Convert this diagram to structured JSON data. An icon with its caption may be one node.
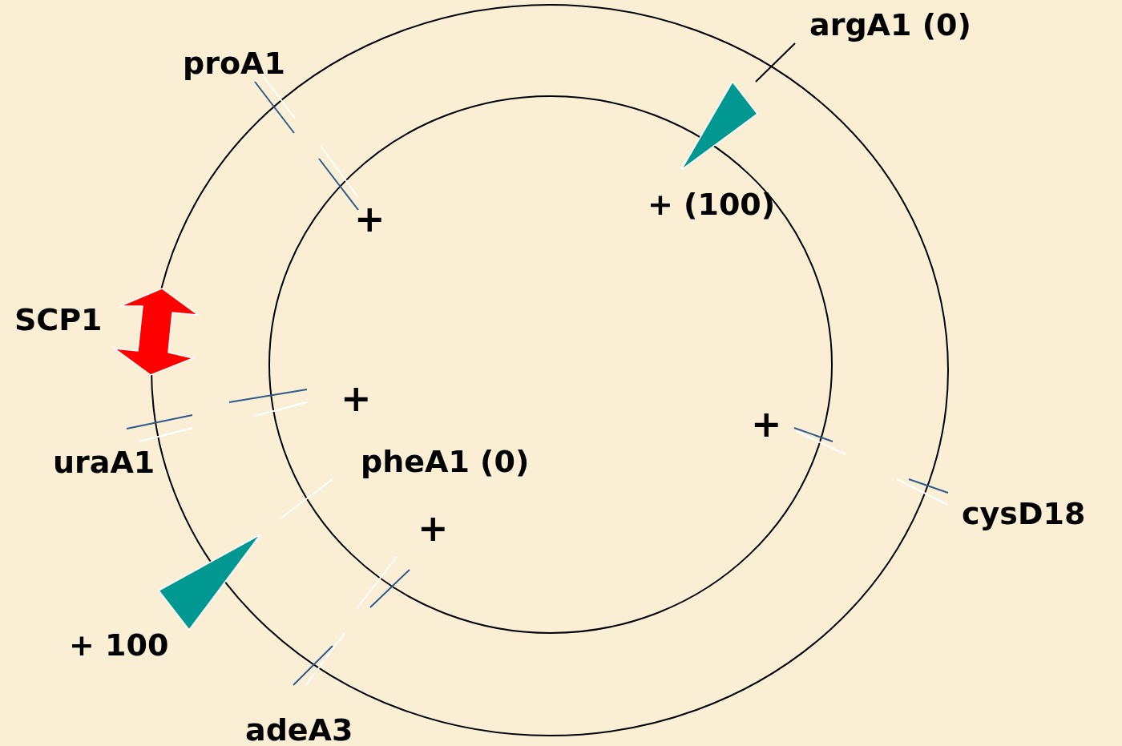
{
  "diagram": {
    "labels": [
      "argA1 (0)",
      "proA1",
      "+",
      "+ (100)",
      "SCP1",
      "+",
      "+",
      "uraA1",
      "pheA1 (0)",
      "cysD18",
      "+",
      "+ 100",
      "adeA3"
    ]
  }
}
